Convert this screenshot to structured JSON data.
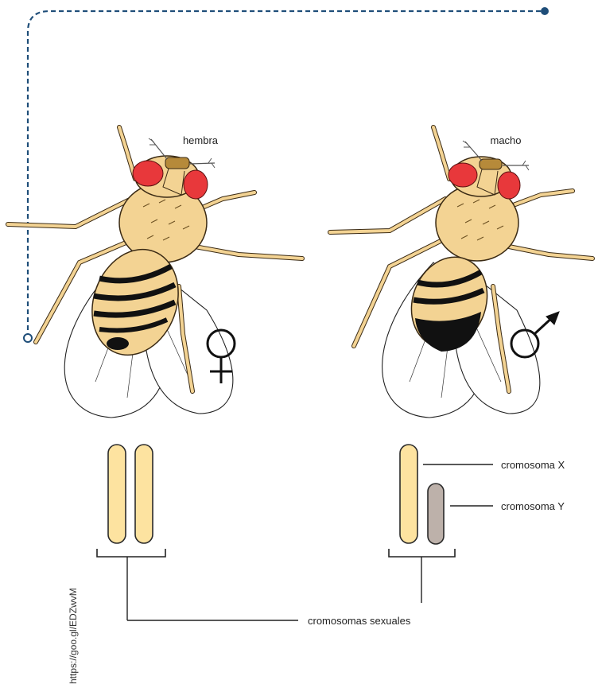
{
  "labels": {
    "female": "hembra",
    "male": "macho",
    "chromosome_x": "cromosoma X",
    "chromosome_y": "cromosoma Y",
    "sex_chromosomes": "cromosomas sexuales",
    "source": "https://goo.gl/EDZwvM"
  },
  "colors": {
    "accent_dashed": "#1f4e79",
    "x_chromosome": "#fde3a0",
    "y_chromosome": "#bdb1aa",
    "fly_body": "#f3d393",
    "fly_eye": "#e8383b",
    "abdomen_stripe": "#111111"
  },
  "symbols": {
    "female": "female-symbol",
    "male": "male-symbol"
  }
}
